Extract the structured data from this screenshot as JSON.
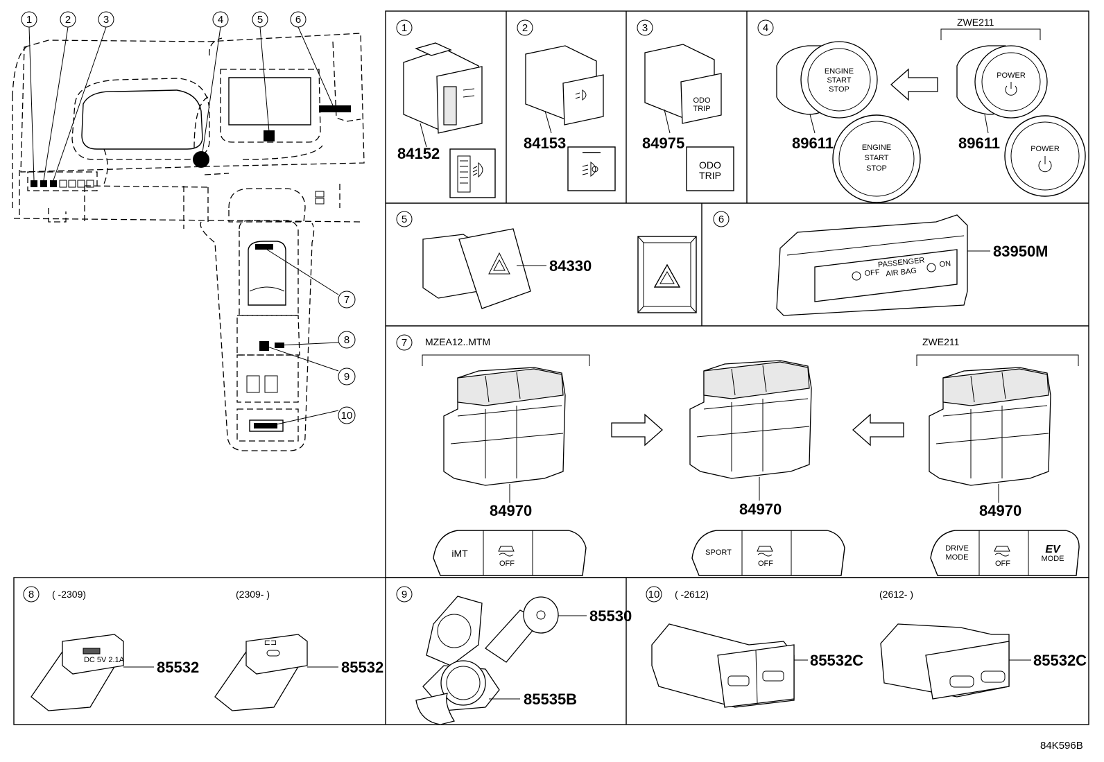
{
  "overview": {
    "callouts": [
      "1",
      "2",
      "3",
      "4",
      "5",
      "6",
      "7",
      "8",
      "9",
      "10"
    ]
  },
  "panels": {
    "p1": {
      "num": "1",
      "part": "84152"
    },
    "p2": {
      "num": "2",
      "part": "84153"
    },
    "p3": {
      "num": "3",
      "part": "84975",
      "icon_line1": "ODO",
      "icon_line2": "TRIP",
      "small_line1": "ODO",
      "small_line2": "TRIP"
    },
    "p4": {
      "num": "4",
      "variant": "ZWE211",
      "part_left": "89611",
      "part_right": "89611",
      "engine_l1": "ENGINE",
      "engine_l2": "START",
      "engine_l3": "STOP",
      "power": "POWER"
    },
    "p5": {
      "num": "5",
      "part": "84330"
    },
    "p6": {
      "num": "6",
      "part": "83950M",
      "label1": "PASSENGER",
      "label2": "AIR BAG",
      "off": "OFF",
      "on": "ON"
    },
    "p7": {
      "num": "7",
      "variant_left": "MZEA12..MTM",
      "variant_right": "ZWE211",
      "part_a": "84970",
      "part_b": "84970",
      "part_c": "84970",
      "imt": "iMT",
      "sport": "SPORT",
      "off": "OFF",
      "drive_l1": "DRIVE",
      "drive_l2": "MODE",
      "ev_l1": "EV",
      "ev_l2": "MODE"
    },
    "p8": {
      "num": "8",
      "range_left": "(      -2309)",
      "range_right": "(2309-      )",
      "part_left": "85532",
      "part_right": "85532",
      "label": "DC 5V 2.1A"
    },
    "p9": {
      "num": "9",
      "part_top": "85530",
      "part_bottom": "85535B"
    },
    "p10": {
      "num": "10",
      "range_left": "(      -2612)",
      "range_right": "(2612-      )",
      "part_left": "85532C",
      "part_right": "85532C"
    }
  },
  "figure_code": "84K596B"
}
